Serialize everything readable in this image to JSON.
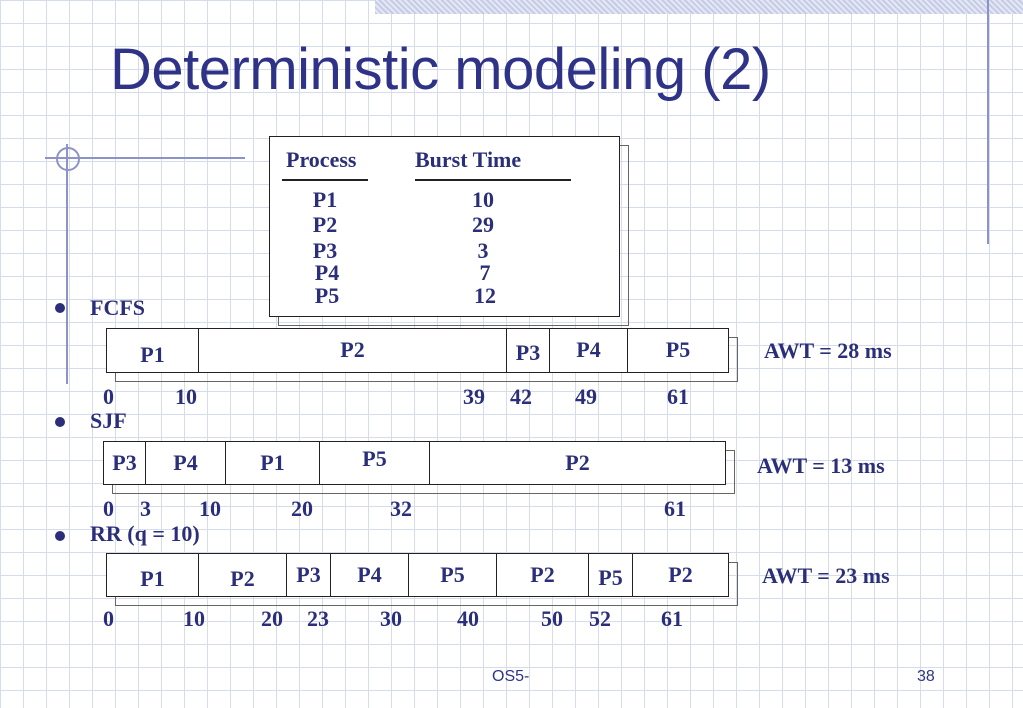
{
  "slide": {
    "title": "Deterministic modeling (2)",
    "footer_left": "OS5-",
    "page_number": "38"
  },
  "process_table": {
    "headers": [
      "Process",
      "Burst Time"
    ],
    "rows": [
      {
        "process": "P1",
        "burst": "10"
      },
      {
        "process": "P2",
        "burst": "29"
      },
      {
        "process": "P3",
        "burst": "3"
      },
      {
        "process": "P4",
        "burst": "7"
      },
      {
        "process": "P5",
        "burst": "12"
      }
    ]
  },
  "schedules": [
    {
      "label": "FCFS",
      "awt": "AWT = 28 ms",
      "segments": [
        "P1",
        "P2",
        "P3",
        "P4",
        "P5"
      ],
      "times": [
        "0",
        "10",
        "39",
        "42",
        "49",
        "61"
      ]
    },
    {
      "label": "SJF",
      "awt": "AWT = 13 ms",
      "segments": [
        "P3",
        "P4",
        "P1",
        "P5",
        "P2"
      ],
      "times": [
        "0",
        "3",
        "10",
        "20",
        "32",
        "61"
      ]
    },
    {
      "label": "RR (q = 10)",
      "awt": "AWT = 23 ms",
      "segments": [
        "P1",
        "P2",
        "P3",
        "P4",
        "P5",
        "P2",
        "P5",
        "P2"
      ],
      "times": [
        "0",
        "10",
        "20",
        "23",
        "30",
        "40",
        "50",
        "52",
        "61"
      ]
    }
  ]
}
